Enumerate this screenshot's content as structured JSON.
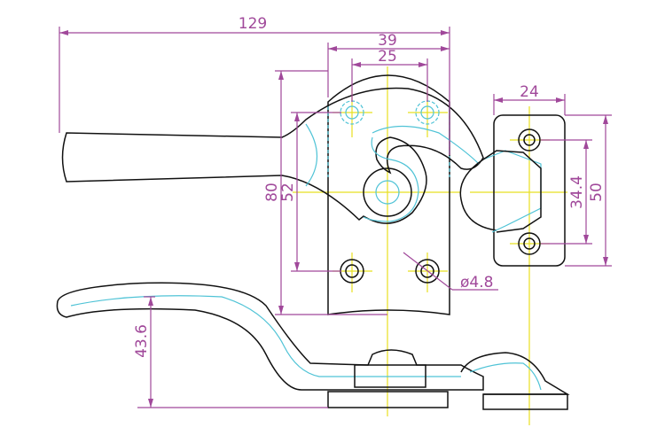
{
  "dimensions": {
    "overall_length": "129",
    "plate_width": "39",
    "hole_spacing_x": "25",
    "keeper_width": "24",
    "plate_height": "80",
    "hole_spacing_y": "52",
    "keeper_hole_spacing": "34.4",
    "keeper_height": "50",
    "lever_height": "43.6",
    "hole_diameter": "ø4.8"
  },
  "colors": {
    "outline": "#111111",
    "hidden": "#4fc3d6",
    "centerline": "#e8e020",
    "dimension": "#a0489a"
  }
}
